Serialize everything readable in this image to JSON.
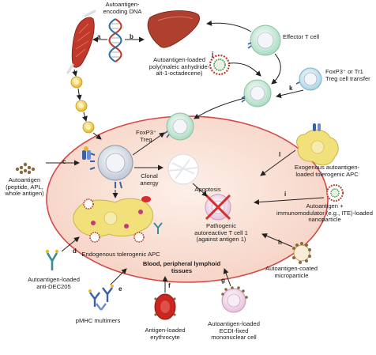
{
  "labels": {
    "autoantigen_dna": "Autoantigen-\nencoding DNA",
    "effector_t_cell": "Effector T cell",
    "loaded_polymer": "Autoantigen-loaded\npoly(maleic anhydride-\nalt-1-octadecene)",
    "foxp3_or_tr1_line1": "FoxP3⁺ or Tr1",
    "foxp3_or_tr1_line2": "Treg cell transfer",
    "foxp3_treg_line1": "FoxP3⁺",
    "foxp3_treg_line2": "Treg",
    "autoantigen_left": "Autoantigen\n(peptide, APL,\nwhole antigen)",
    "clonal_anergy": "Clonal\nanergy",
    "apoptosis": "Apoptosis",
    "exogenous_apc": "Exogenous autoantigen-\nloaded tolerogenic APC",
    "pathogenic_t_cell": "Pathogenic\nautoreactive T cell 1\n(against antigen 1)",
    "immunomodulator": "Autoantigen +\nimmunomodulator (e.g., ITE)-loaded\nnanoparticle",
    "endogenous_apc": "Endogenous tolerogenic APC",
    "anti_dec205": "Autoantigen-loaded\nanti-DEC205",
    "blood_tissues": "Blood, peripheral lymphoid\ntissues",
    "coated_microparticle": "Autoantigen-coated\nmicroparticle",
    "pmhc": "pMHC multimers",
    "erythrocyte": "Antigen-loaded\nerythrocyte",
    "ecdi_cell": "Autoantigen-loaded\nECDI-fixed\nmononuclear cell"
  },
  "letters": {
    "a": "a",
    "b": "b",
    "c": "c",
    "d": "d",
    "e": "e",
    "f": "f",
    "g": "g",
    "h": "h",
    "i": "i",
    "j": "j",
    "k": "k",
    "l": "l"
  },
  "colors": {
    "tissue_fill": "#fbe3d6",
    "tissue_stroke": "#d44848",
    "effector_cell": "#cfe9d8",
    "lymphocyte": "#c9e4ef",
    "apc_yellow": "#f2e07a",
    "liver": "#b0402e",
    "muscle": "#c0392b",
    "antigen_dot": "#f0c93a",
    "block_red": "#d62d2d"
  }
}
